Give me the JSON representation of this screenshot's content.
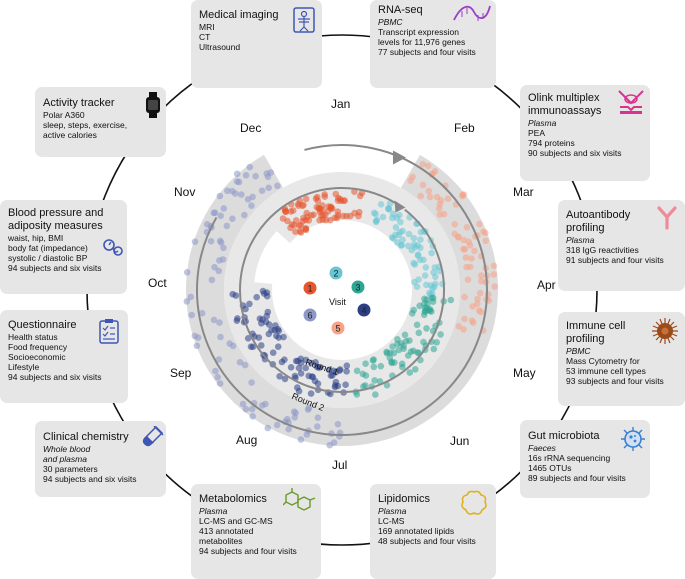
{
  "months": [
    "Jan",
    "Feb",
    "Mar",
    "Apr",
    "May",
    "Jun",
    "Jul",
    "Aug",
    "Sep",
    "Oct",
    "Nov",
    "Dec"
  ],
  "hub": {
    "title": "Visit",
    "visits": [
      {
        "n": "1",
        "color": "#e5552f"
      },
      {
        "n": "2",
        "color": "#68c6d4"
      },
      {
        "n": "3",
        "color": "#2fa693"
      },
      {
        "n": "4",
        "color": "#2b3f87"
      },
      {
        "n": "5",
        "color": "#f6a287"
      },
      {
        "n": "6",
        "color": "#8d98c9"
      }
    ]
  },
  "rounds": {
    "round1": "Round 1",
    "round2": "Round 2"
  },
  "boxes": [
    {
      "id": "medical-imaging",
      "title": "Medical imaging",
      "sub": "",
      "lines": [
        "MRI",
        "CT",
        "Ultrasound"
      ],
      "icon": "x-ray-icon",
      "icon_color": "#3f56b5"
    },
    {
      "id": "rna-seq",
      "title": "RNA-seq",
      "sub": "PBMC",
      "lines": [
        "Transcript expression",
        "levels for 11,976 genes",
        "77 subjects and four visits"
      ],
      "icon": "rna-strand-icon",
      "icon_color": "#9b3fc9"
    },
    {
      "id": "activity-tracker",
      "title": "Activity tracker",
      "sub": "",
      "lines": [
        "Polar A360",
        "sleep, steps, exercise,",
        "active calories"
      ],
      "icon": "smartwatch-icon",
      "icon_color": "#111111"
    },
    {
      "id": "olink",
      "title": "Olink multiplex",
      "title2": "immunoassays",
      "sub": "Plasma",
      "lines": [
        "PEA",
        "794 proteins",
        "90 subjects and six visits"
      ],
      "icon": "antibody-binding-icon",
      "icon_color": "#d8338f"
    },
    {
      "id": "blood-pressure",
      "title": "Blood pressure and",
      "title2": "adiposity measures",
      "sub": "",
      "lines": [
        "waist, hip, BMI",
        "body fat (impedance)",
        "systolic / diastolic BP",
        "94 subjects and six visits"
      ],
      "icon": "blood-pressure-icon",
      "icon_color": "#3f56b5"
    },
    {
      "id": "autoantibody",
      "title": "Autoantibody",
      "title2": "profiling",
      "sub": "Plasma",
      "lines": [
        "318 IgG reactivities",
        "91 subjects and four visits"
      ],
      "icon": "antibody-icon",
      "icon_color": "#f08a9a"
    },
    {
      "id": "questionnaire",
      "title": "Questionnaire",
      "sub": "",
      "lines": [
        "Health status",
        "Food frequency",
        "Socioeconomic",
        "Lifestyle",
        "94 subjects and six visits"
      ],
      "icon": "clipboard-icon",
      "icon_color": "#3f56b5"
    },
    {
      "id": "immune-cell",
      "title": "Immune cell",
      "title2": "profiling",
      "sub": "PBMC",
      "lines": [
        "Mass Cytometry for",
        "53 immune cell types",
        "93 subjects and four visits"
      ],
      "icon": "immune-cell-icon",
      "icon_color": "#9b4a1a"
    },
    {
      "id": "clinical-chemistry",
      "title": "Clinical chemistry",
      "sub": "Whole blood",
      "sub2": "and plasma",
      "lines": [
        "30 parameters",
        "94 subjects and six visits"
      ],
      "icon": "test-tube-icon",
      "icon_color": "#3f56b5"
    },
    {
      "id": "gut-microbiota",
      "title": "Gut microbiota",
      "sub": "Faeces",
      "lines": [
        "16s rRNA sequencing",
        "1465 OTUs",
        "89 subjects and four visits"
      ],
      "icon": "bacterium-icon",
      "icon_color": "#3a7fd0"
    },
    {
      "id": "metabolomics",
      "title": "Metabolomics",
      "sub": "Plasma",
      "lines": [
        "LC-MS and GC-MS",
        "413 annotated",
        "metabolites",
        "94 subjects and four visits"
      ],
      "icon": "molecule-icon",
      "icon_color": "#6a9a2a"
    },
    {
      "id": "lipidomics",
      "title": "Lipidomics",
      "sub": "Plasma",
      "lines": [
        "LC-MS",
        "169 annotated lipids",
        "48 subjects and four visits"
      ],
      "icon": "lipid-icon",
      "icon_color": "#e0b21c"
    }
  ]
}
